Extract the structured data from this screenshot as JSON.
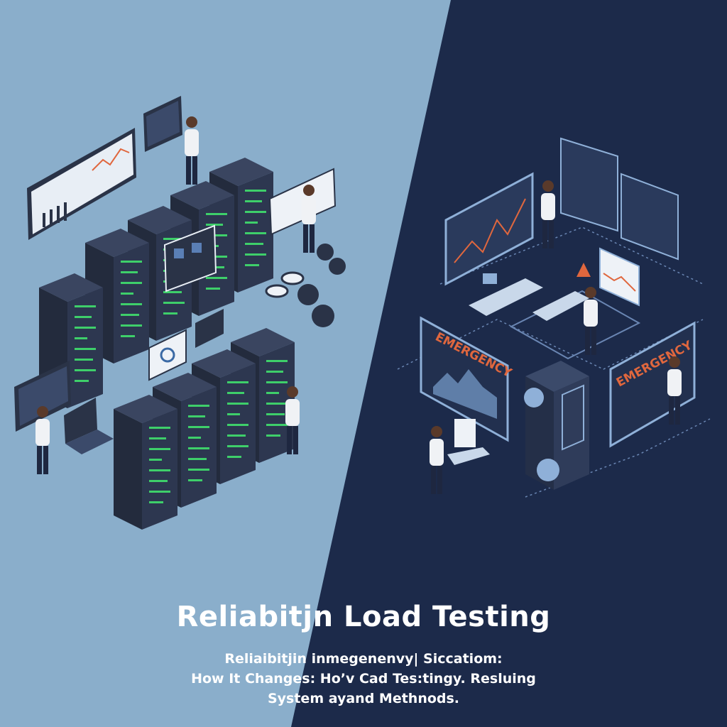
{
  "title": "Reliabitjn Load Testing",
  "subtitle_lines": [
    "Reliaibitjin inmegenenvy| Siccatiom:",
    "How It Changes: Ho’v Cad Tes:tingy. Resluing",
    "System ayand Methnods."
  ],
  "screens": {
    "emergency_left": "EMERGENCY",
    "emergency_right": "EMERGENCY"
  },
  "colors": {
    "left_bg": "#8aaecb",
    "right_bg": "#1c2a4a",
    "rack": "#2a3347",
    "accent_green": "#3ecf6a",
    "accent_orange": "#e0673e"
  }
}
